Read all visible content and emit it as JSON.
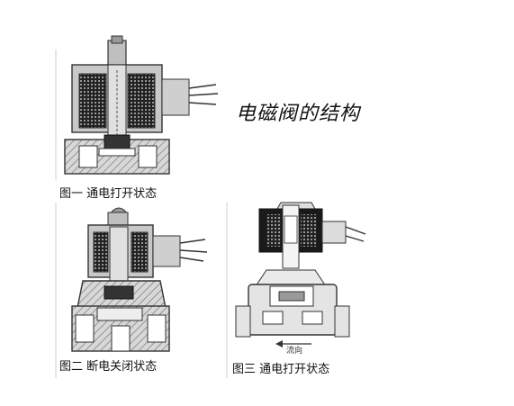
{
  "title": "电磁阀的结构",
  "figures": [
    {
      "caption": "图一 通电打开状态"
    },
    {
      "caption": "图二 断电关闭状态"
    },
    {
      "caption": "图三   通电打开状态"
    }
  ],
  "flow_label": "流向"
}
